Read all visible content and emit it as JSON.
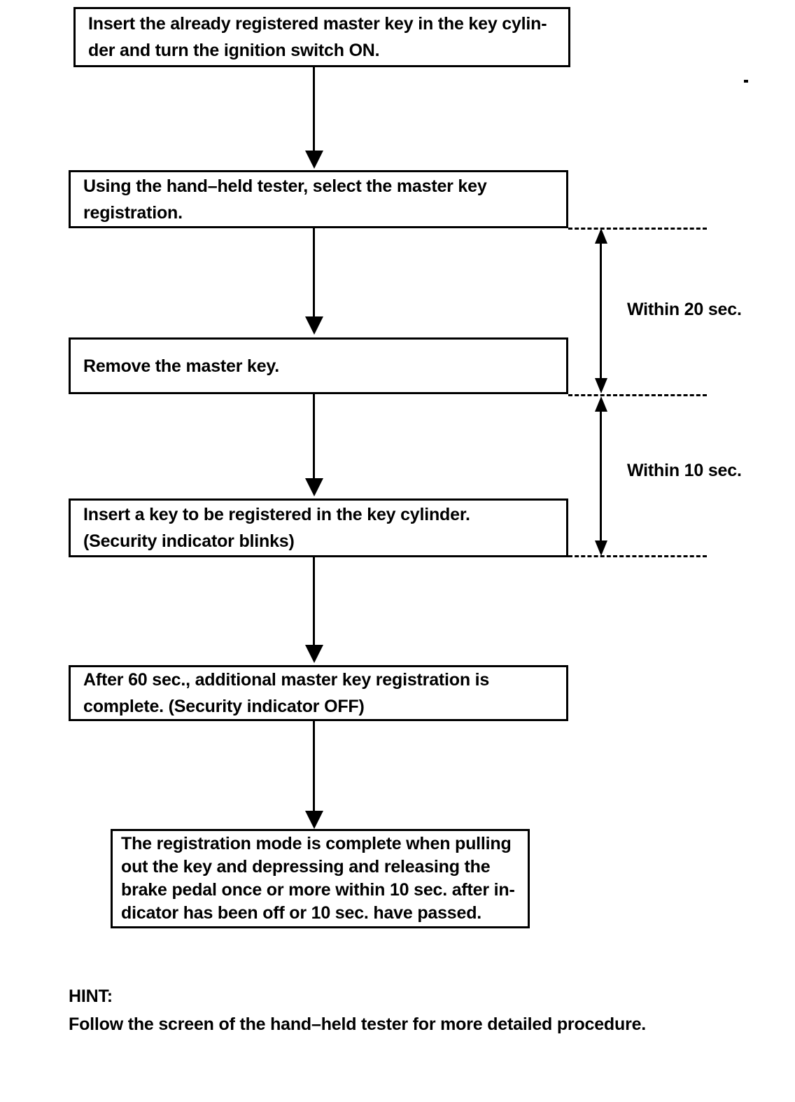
{
  "diagram": {
    "title": "Additional master key registration procedure flowchart",
    "steps": [
      {
        "id": "step-1",
        "lines": [
          "Insert the already registered master key in the key cylin-",
          "der and turn the ignition switch ON."
        ]
      },
      {
        "id": "step-2",
        "lines": [
          "Using the hand–held tester, select the master key",
          "registration."
        ]
      },
      {
        "id": "step-3",
        "lines": [
          "Remove the master key."
        ]
      },
      {
        "id": "step-4",
        "lines": [
          "Insert a key to be registered in the key cylinder.",
          "(Security indicator blinks)"
        ]
      },
      {
        "id": "step-5",
        "lines": [
          "After 60 sec., additional master key registration is",
          "complete. (Security indicator OFF)"
        ]
      },
      {
        "id": "step-6",
        "lines": [
          "The registration mode is complete when pulling",
          "out the key and depressing and releasing the",
          "brake pedal once or more within 10 sec. after in-",
          "dicator has been off or 10 sec. have passed."
        ]
      }
    ],
    "timings": [
      {
        "id": "timing-20",
        "label": "Within 20 sec."
      },
      {
        "id": "timing-10",
        "label": "Within 10 sec."
      }
    ]
  },
  "hint": {
    "heading": "HINT:",
    "text": "Follow the screen of the hand–held tester for more detailed procedure."
  },
  "colors": {
    "ink": "#000000",
    "paper": "#ffffff"
  }
}
